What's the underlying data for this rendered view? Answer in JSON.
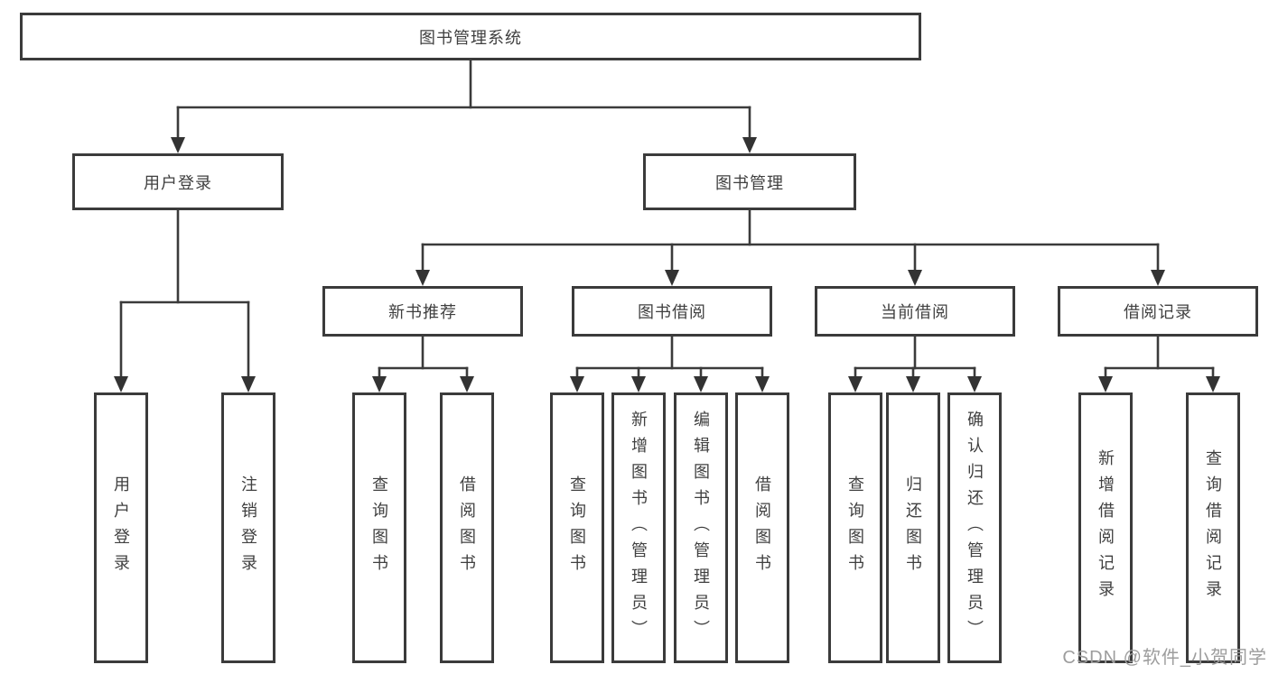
{
  "tree": {
    "root": "图书管理系统",
    "branches": [
      {
        "label": "用户登录",
        "leaves": [
          "用户登录",
          "注销登录"
        ]
      },
      {
        "label": "图书管理",
        "groups": [
          {
            "label": "新书推荐",
            "leaves": [
              "查询图书",
              "借阅图书"
            ]
          },
          {
            "label": "图书借阅",
            "leaves": [
              "查询图书",
              "新增图书（管理员）",
              "编辑图书（管理员）",
              "借阅图书"
            ]
          },
          {
            "label": "当前借阅",
            "leaves": [
              "查询图书",
              "归还图书",
              "确认归还（管理员）"
            ]
          },
          {
            "label": "借阅记录",
            "leaves": [
              "新增借阅记录",
              "查询借阅记录"
            ]
          }
        ]
      }
    ]
  },
  "colors": {
    "line": "#3b3b3b",
    "text": "#404040",
    "watermark": "#9d9d9d"
  },
  "watermark": "CSDN @软件_小贺同学"
}
